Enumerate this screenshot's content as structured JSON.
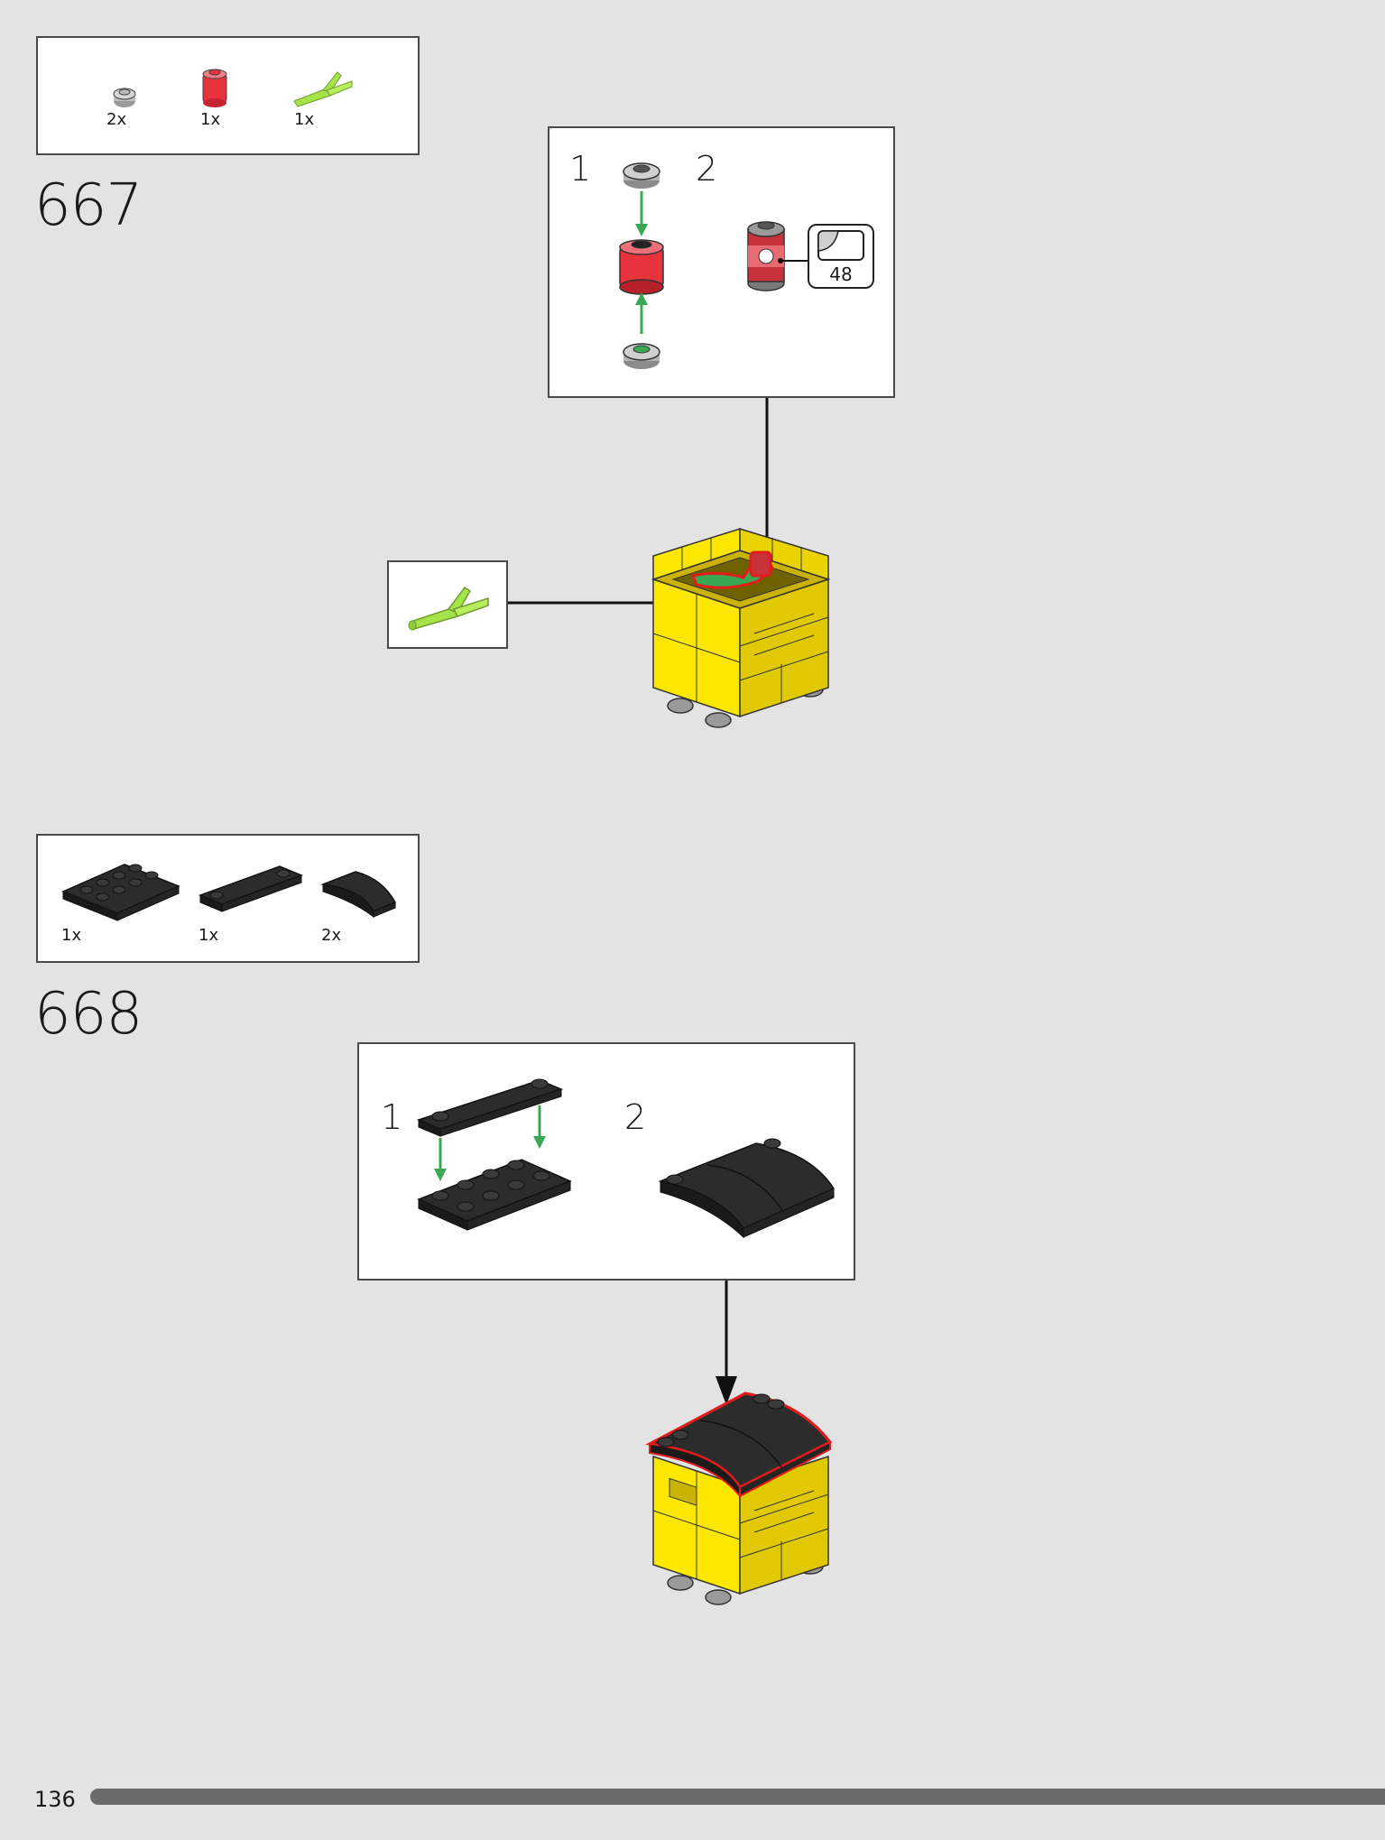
{
  "steps": [
    {
      "number": "667",
      "parts": [
        {
          "qty": "2x",
          "icon": "round-plate-grey-icon"
        },
        {
          "qty": "1x",
          "icon": "round-brick-trans-red-icon"
        },
        {
          "qty": "1x",
          "icon": "plant-stem-lime-icon"
        }
      ],
      "callout": {
        "sub1": "1",
        "sub2": "2",
        "sticker": "48"
      }
    },
    {
      "number": "668",
      "parts": [
        {
          "qty": "1x",
          "icon": "plate-2x4-black-icon"
        },
        {
          "qty": "1x",
          "icon": "plate-1x4-black-icon"
        },
        {
          "qty": "2x",
          "icon": "curved-slope-black-icon"
        }
      ],
      "callout": {
        "sub1": "1",
        "sub2": "2"
      }
    }
  ],
  "page": {
    "number": "136"
  },
  "colors": {
    "background": "#e3e3e3",
    "yellow": "#fbe700",
    "black_part": "#2c2c2c",
    "green_arrow": "#3aa853",
    "lime": "#a5e34a",
    "trans_red": "#e8323c",
    "highlight_red": "#e01d1d",
    "progress_bar": "#6b6b6b"
  }
}
